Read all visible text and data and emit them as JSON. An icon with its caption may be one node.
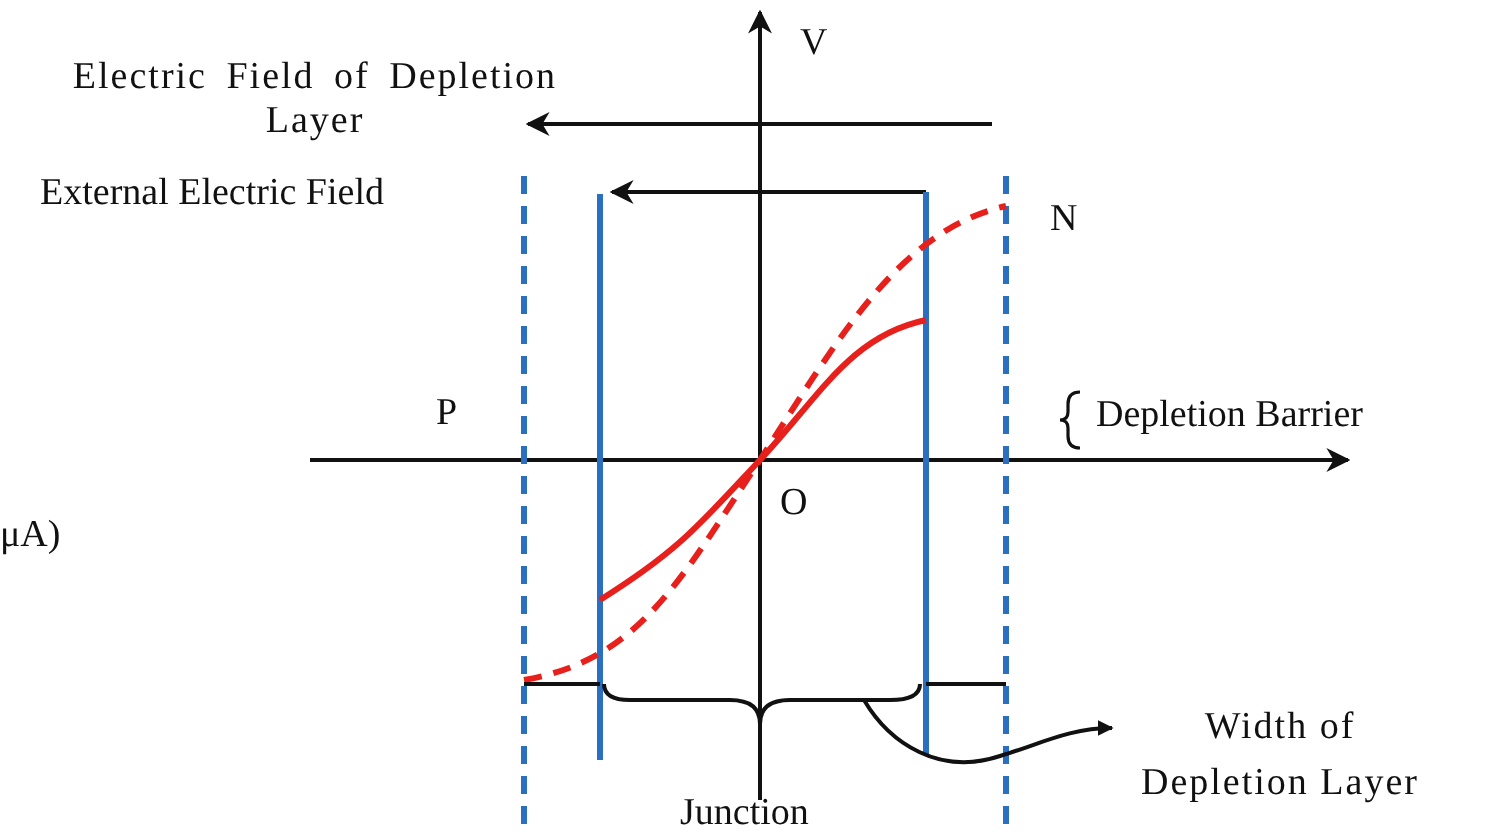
{
  "diagram": {
    "nodes": [
      {
        "text": [
          "Width of Depletion Layer"
        ]
      },
      {
        "text": [],
        "shape": "brace"
      }
    ],
    "edges": [
      {
        "from": 1,
        "to": 0,
        "arrow": "to"
      }
    ],
    "labels": [
      "V",
      "Electric Field of Depletion Layer",
      "External Electric Field",
      "N",
      "P",
      "Depletion Barrier",
      "O",
      "μA)",
      "Junction"
    ]
  }
}
